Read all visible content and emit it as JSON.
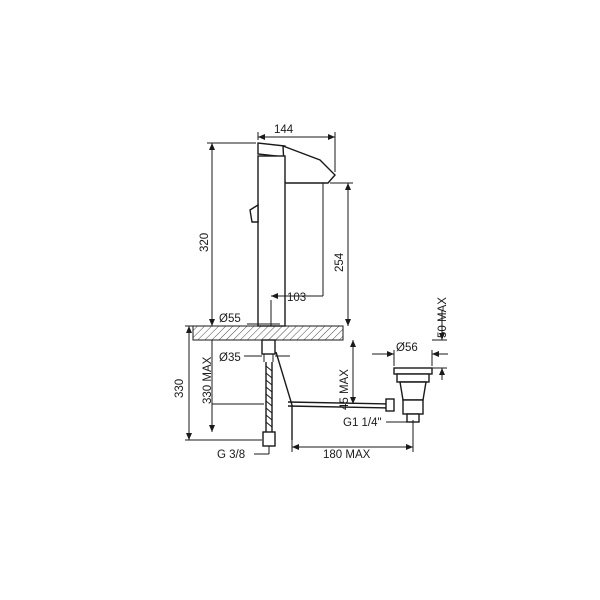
{
  "dimensions": {
    "width_144": "144",
    "height_320": "320",
    "height_254": "254",
    "reach_103": "103",
    "dia_55": "Ø55",
    "dia_35": "Ø35",
    "height_330": "330",
    "height_330_max": "330 MAX",
    "height_45_max": "45 MAX",
    "dia_56": "Ø56",
    "height_50_max": "50 MAX",
    "thread_g1_14": "G1 1/4\"",
    "thread_g3_8": "G 3/8",
    "length_180_max": "180 MAX"
  },
  "colors": {
    "line": "#1a1a1a",
    "background": "#ffffff"
  }
}
